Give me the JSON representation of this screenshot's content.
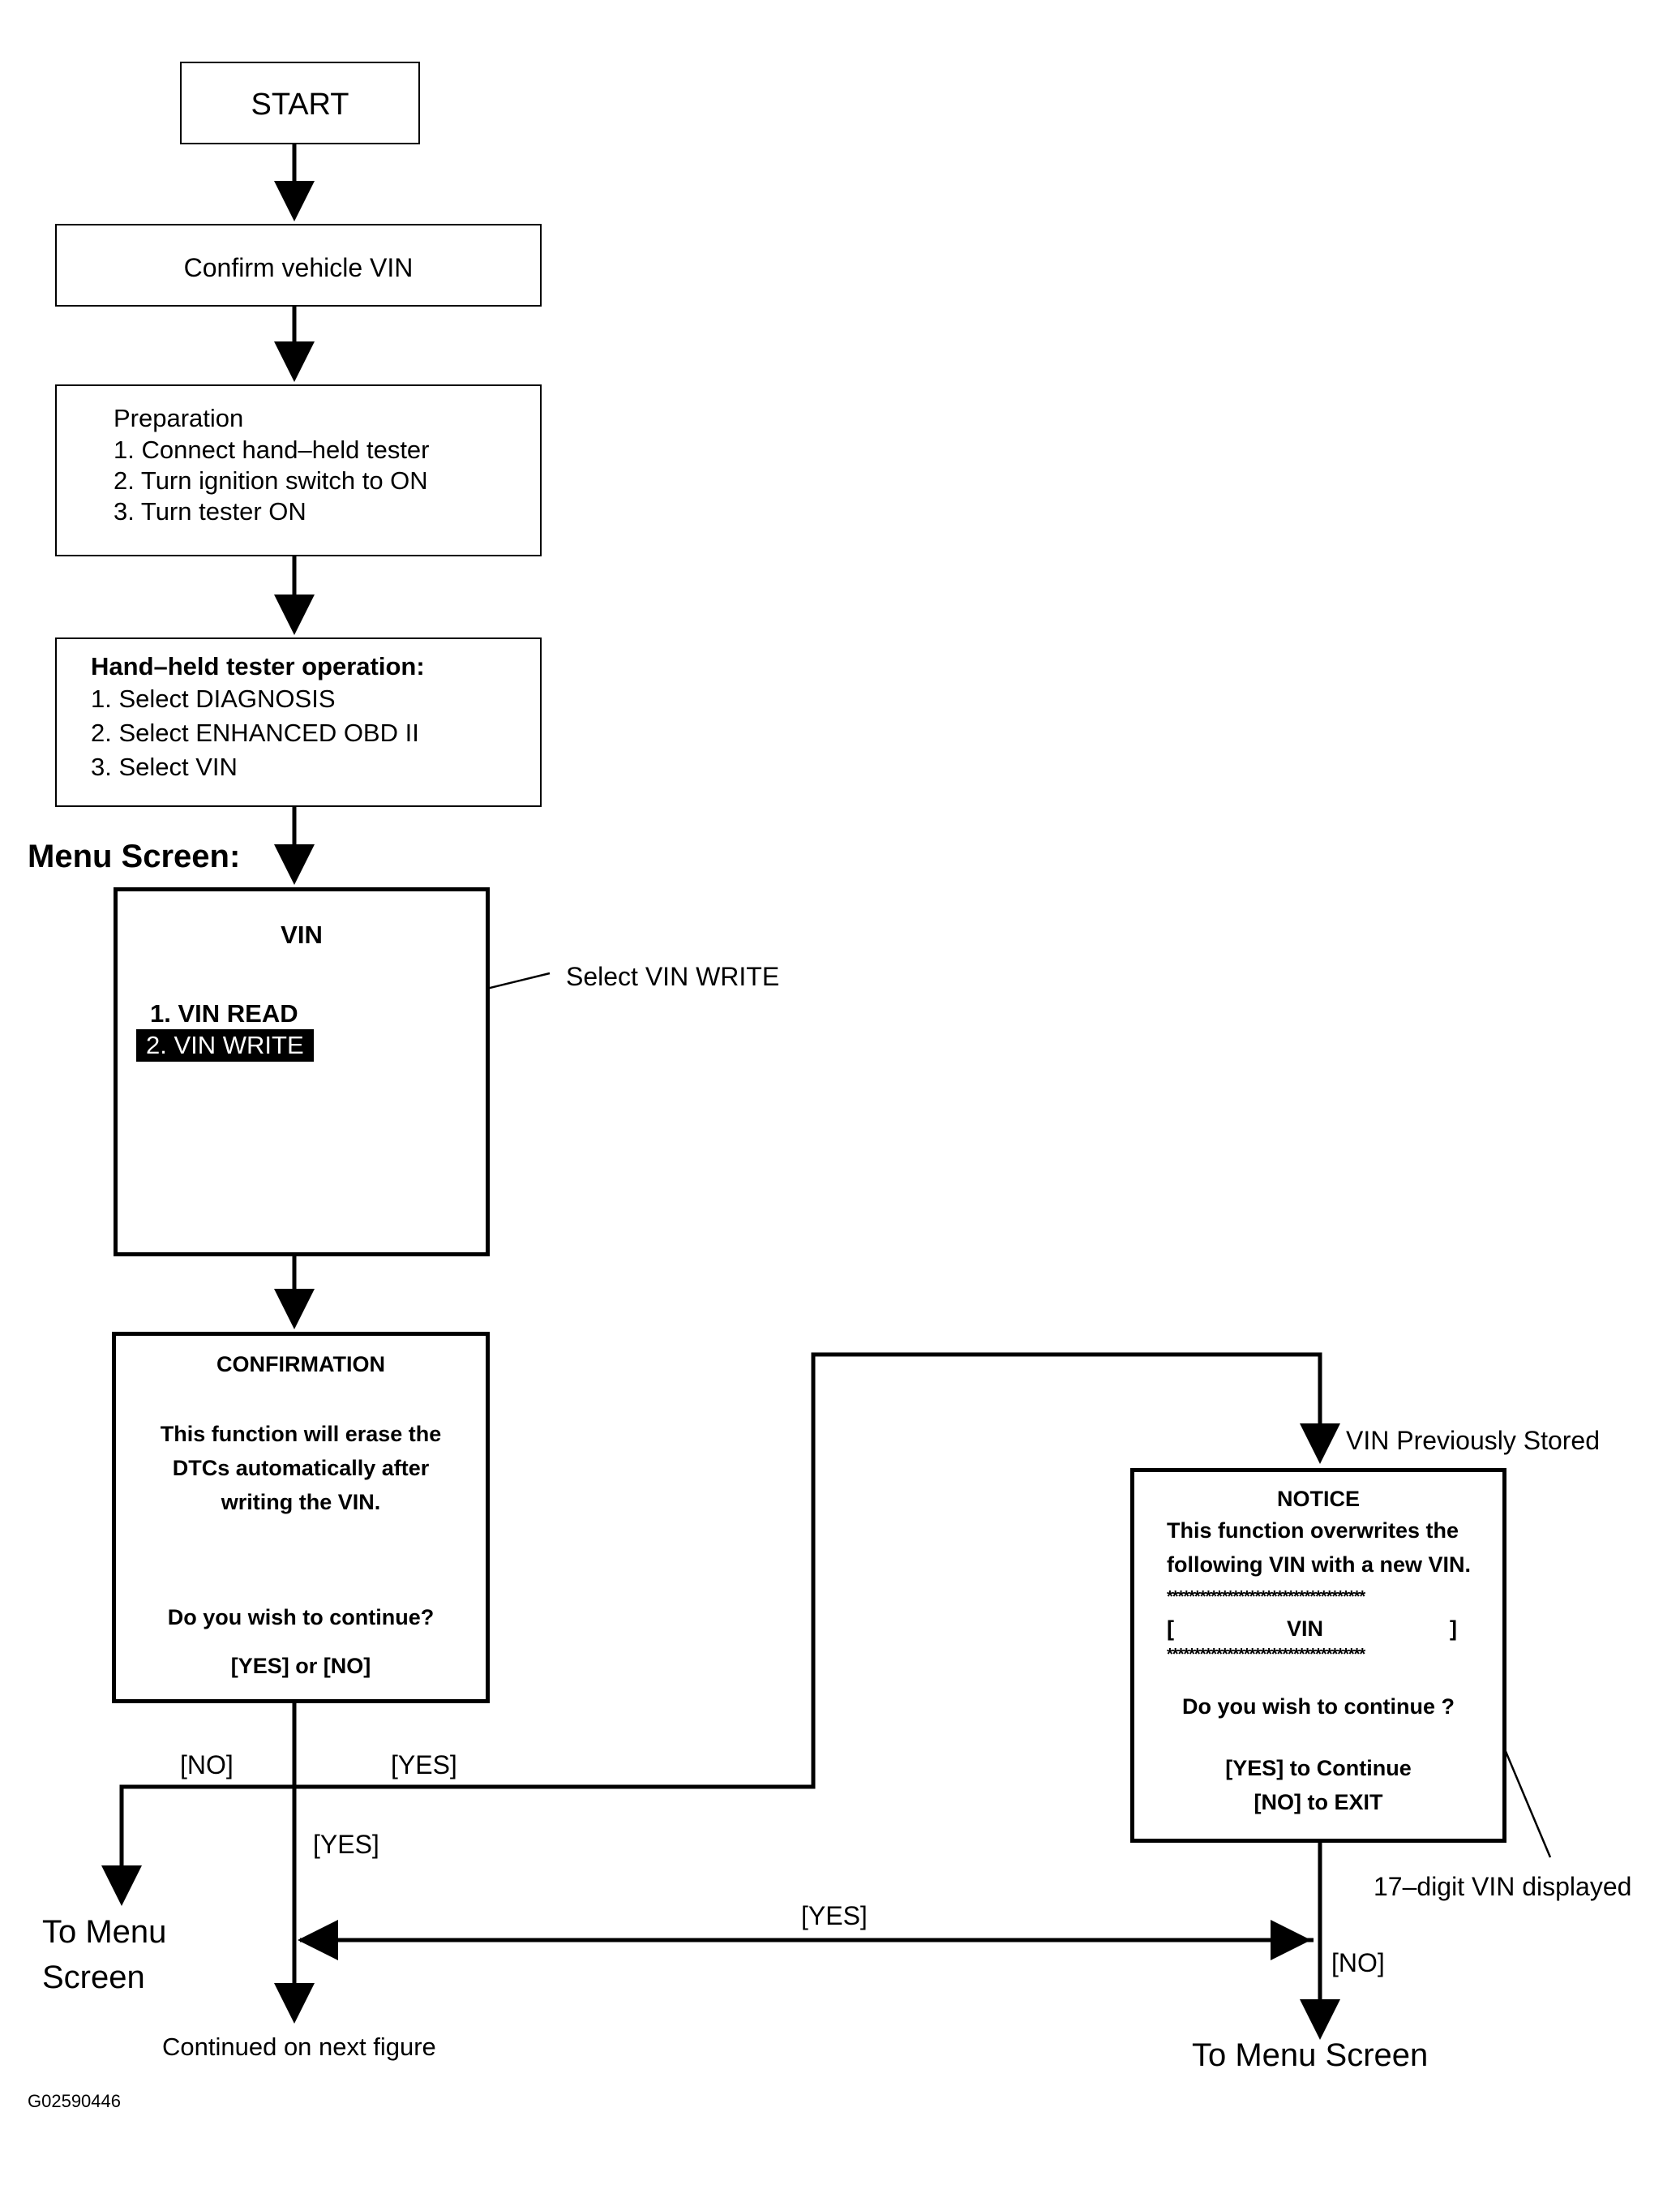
{
  "start": {
    "label": "START"
  },
  "confirm_vin": {
    "label": "Confirm vehicle VIN"
  },
  "preparation": {
    "title": "Preparation",
    "steps": [
      "1. Connect hand–held tester",
      "2. Turn ignition switch to ON",
      "3. Turn tester ON"
    ]
  },
  "tester_operation": {
    "title": "Hand–held tester operation:",
    "steps": [
      "1. Select DIAGNOSIS",
      "2. Select ENHANCED OBD II",
      "3. Select VIN"
    ]
  },
  "menu_screen": {
    "heading": "Menu Screen:",
    "title": "VIN",
    "items": [
      "1. VIN READ",
      "2. VIN WRITE"
    ],
    "callout": "Select VIN WRITE"
  },
  "confirmation": {
    "title": "CONFIRMATION",
    "message": [
      "This function will erase the",
      "DTCs automatically after",
      "writing the VIN."
    ],
    "question": "Do you wish to continue?",
    "options": "[YES] or [NO]"
  },
  "notice": {
    "label_above": "VIN Previously Stored",
    "title": "NOTICE",
    "message": [
      "This function overwrites the",
      "following VIN with a new VIN."
    ],
    "stars": "************************************",
    "bracket_left": "[",
    "vin": "VIN",
    "bracket_right": "]",
    "question": "Do you wish to continue ?",
    "yes": "[YES] to Continue",
    "no": "[NO] to EXIT",
    "callout": "17–digit VIN displayed"
  },
  "branches": {
    "no_left": "[NO]",
    "yes_to_notice": "[YES]",
    "yes_down": "[YES]",
    "yes_horizontal": "[YES]",
    "no_notice": "[NO]"
  },
  "endpoints": {
    "to_menu_left_1": "To Menu",
    "to_menu_left_2": "Screen",
    "continued": "Continued on next figure",
    "to_menu_right": "To Menu Screen"
  },
  "figure_id": "G02590446"
}
